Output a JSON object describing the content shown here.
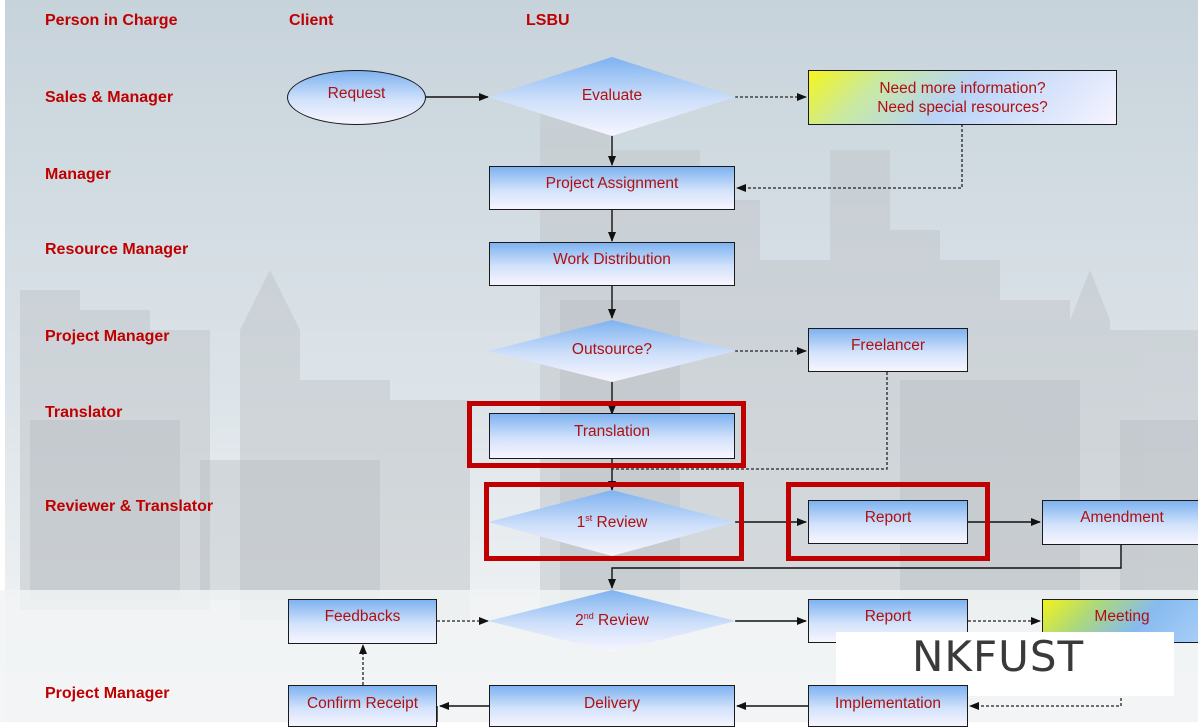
{
  "roles": {
    "person_in_charge": "Person in Charge",
    "client": "Client",
    "lsbu": "LSBU",
    "sales_manager": "Sales & Manager",
    "manager": "Manager",
    "resource_manager": "Resource Manager",
    "project_manager": "Project Manager",
    "translator": "Translator",
    "reviewer_translator": "Reviewer & Translator",
    "project_manager_bottom": "Project Manager"
  },
  "nodes": {
    "request": "Request",
    "evaluate": "Evaluate",
    "need_info_line1": "Need more information?",
    "need_info_line2": "Need special resources?",
    "project_assignment": "Project Assignment",
    "work_distribution": "Work Distribution",
    "outsource": "Outsource?",
    "freelancer": "Freelancer",
    "translation": "Translation",
    "first_review_num": "1",
    "first_review_sup": "st",
    "first_review_text": " Review",
    "report_1": "Report",
    "amendment": "Amendment",
    "feedbacks": "Feedbacks",
    "second_review_num": "2",
    "second_review_sup": "nd",
    "second_review_text": " Review",
    "report_2": "Report",
    "meeting": "Meeting",
    "confirm_receipt": "Confirm Receipt",
    "delivery": "Delivery",
    "implementation": "Implementation"
  },
  "watermark": "NKFUST",
  "colors": {
    "role_label": "#c00000",
    "node_text": "#b01010",
    "highlight": "#c00000",
    "node_top": "#7eb2f0",
    "node_bottom": "#f7f5fe"
  }
}
